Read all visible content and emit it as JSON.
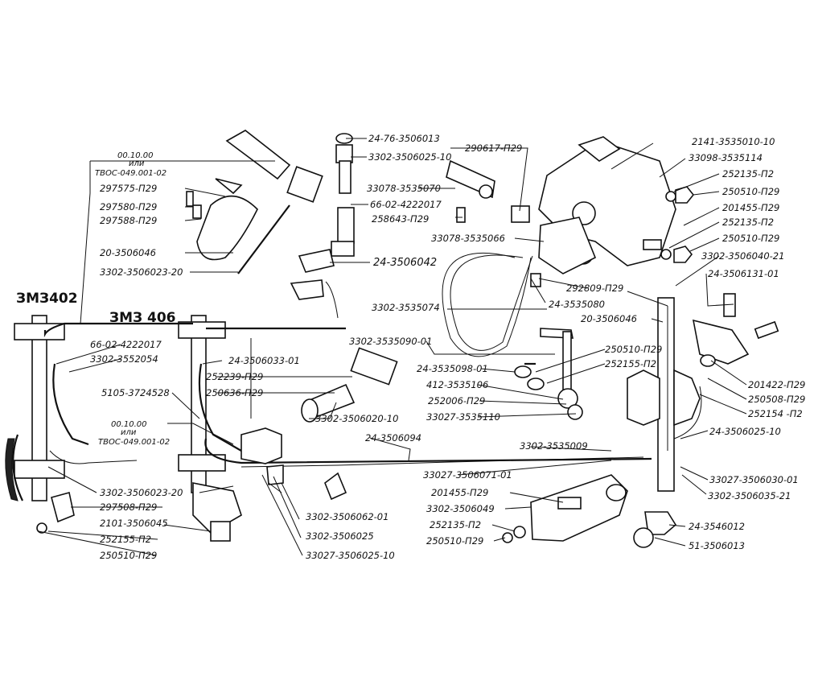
{
  "engine_labels": {
    "zmz402": "ЗМЗ402",
    "zmz406": "ЗМЗ 406"
  },
  "callouts": {
    "c00100_top": "00.10.00",
    "c_ili_top": "или",
    "c_tvos_top": "ТВОС-049.001-02",
    "c297575": "297575-П29",
    "c297580": "297580-П29",
    "c297588": "297588-П29",
    "c20_3506046_left": "20-3506046",
    "c3302_3506023_20_top": "3302-3506023-20",
    "c24_76_3506013": "24-76-3506013",
    "c3302_3506025_10": "3302-3506025-10",
    "c66_02_4222017_top": "66-02-4222017",
    "c258643": "258643-П29",
    "c24_3506042": "24-3506042",
    "c290617": "290617-П29",
    "c33078_3535070": "33078-3535070",
    "c33078_3535066": "33078-3535066",
    "c2141_3535010_10": "2141-3535010-10",
    "c33098_3535114": "33098-3535114",
    "c252135_a": "252135-П2",
    "c250510_a": "250510-П29",
    "c201455_a": "201455-П29",
    "c252135_b": "252135-П2",
    "c250510_b": "250510-П29",
    "c3302_3506040_21": "3302-3506040-21",
    "c24_3506131_01": "24-3506131-01",
    "c292809": "292809-П29",
    "c24_3535080": "24-3535080",
    "c3302_3535074": "3302-3535074",
    "c20_3506046_right": "20-3506046",
    "c66_02_4222017_left": "66-02-4222017",
    "c3302_3552054": "3302-3552054",
    "c24_3506033_01": "24-3506033-01",
    "c252239": "252239-П29",
    "c250636": "250636-П29",
    "c3302_3535090_01": "3302-3535090-01",
    "c24_3535098_01": "24-3535098-01",
    "c412_3535106": "412-3535106",
    "c252006": "252006-П29",
    "c33027_3535110": "33027-3535110",
    "c250510_c": "250510-П29",
    "c252155_a": "252155-П2",
    "c201422": "201422-П29",
    "c250508": "250508-П29",
    "c252154": "252154 -П2",
    "c5105_3724528": "5105-3724528",
    "c00100_bot": "00.10.00",
    "c_ili_bot": "или",
    "c_tvos_bot": "ТВОС-049.001-02",
    "c3302_3506020_10": "3302-3506020-10",
    "c24_3506094": "24-3506094",
    "c3302_3535009": "3302-3535009",
    "c24_3506025_10": "24-3506025-10",
    "c33027_3506071_01": "33027-3506071-01",
    "c33027_3506030_01": "33027-3506030-01",
    "c3302_3506035_21": "3302-3506035-21",
    "c3302_3506023_20_bot": "3302-3506023-20",
    "c297508": "297508-П29",
    "c2101_3506045": "2101-3506045",
    "c252155_b": "252155-П2",
    "c250510_d": "250510-П29",
    "c3302_3506062_01": "3302-3506062-01",
    "c3302_3506025": "3302-3506025",
    "c33027_3506025_10": "33027-3506025-10",
    "c201455_b": "201455-П29",
    "c3302_3506049": "3302-3506049",
    "c252135_c": "252135-П2",
    "c250510_e": "250510-П29",
    "c24_3546012": "24-3546012",
    "c51_3506013": "51-3506013"
  }
}
